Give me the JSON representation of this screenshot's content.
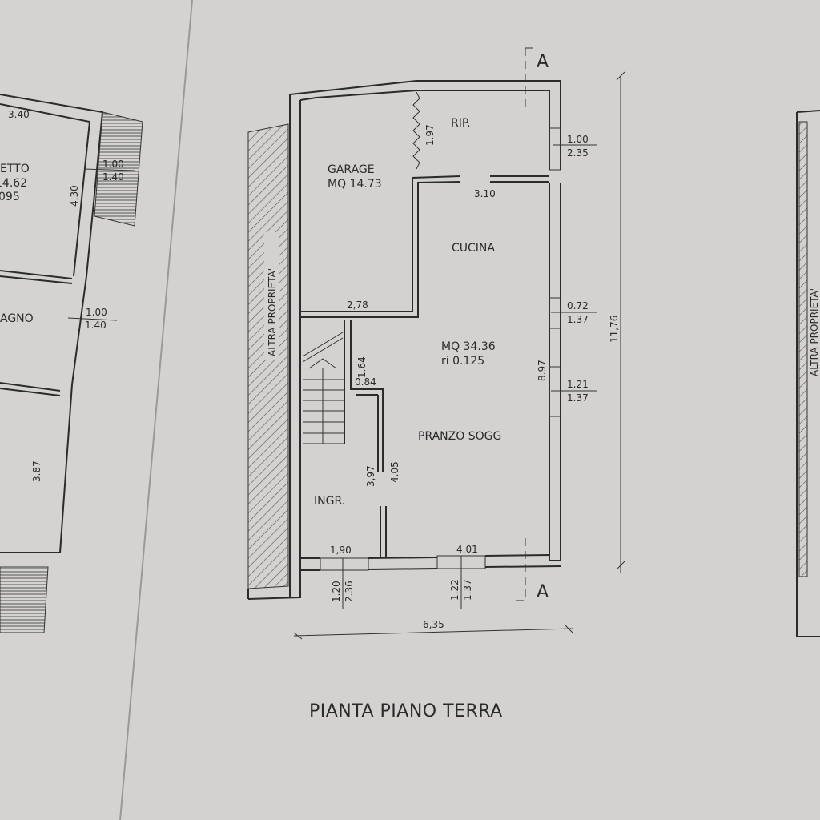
{
  "left_page": {
    "dim_top": "3.40",
    "room1_name": "ETTO",
    "room1_area": "14.62",
    "room1_ratio": "095",
    "dim_side": "4.30",
    "win1_w": "1.00",
    "win1_h": "1.40",
    "room2_name": "AGNO",
    "win2_w": "1.00",
    "win2_h": "1.40",
    "dim_lower": "3.87"
  },
  "plan": {
    "section_top": "A",
    "section_bottom": "A",
    "adjacent_label": "ALTRA PROPRIETA'",
    "rip": {
      "name": "RIP.",
      "dim": "1.97"
    },
    "garage": {
      "name": "GARAGE",
      "area": "MQ 14.73",
      "dim": "2,78"
    },
    "win_rip": {
      "w": "1.00",
      "h": "2.35"
    },
    "door_cucina": "3.10",
    "cucina": {
      "name": "CUCINA"
    },
    "win_k1": {
      "w": "0.72",
      "h": "1.37"
    },
    "win_k2": {
      "w": "1.21",
      "h": "1.37"
    },
    "total_height": "11,76",
    "living": {
      "area": "MQ 34.36",
      "ratio": "ri 0.125",
      "name": "PRANZO SOGG",
      "dim_side": "8.97"
    },
    "stair_dim_a": "1.64",
    "stair_dim_b": "0.84",
    "ingr": {
      "name": "INGR.",
      "dim_a": "3,97",
      "dim_b": "4.05"
    },
    "bottom_dim_a": "1,90",
    "bottom_dim_b": "4.01",
    "door_in": {
      "w": "1.20",
      "h": "2.36"
    },
    "win_bottom": {
      "w": "1.22",
      "h": "1.37"
    },
    "total_width": "6,35",
    "title": "PIANTA  PIANO TERRA"
  },
  "right_page": {
    "adjacent_label": "ALTRA PROPRIETA'"
  }
}
